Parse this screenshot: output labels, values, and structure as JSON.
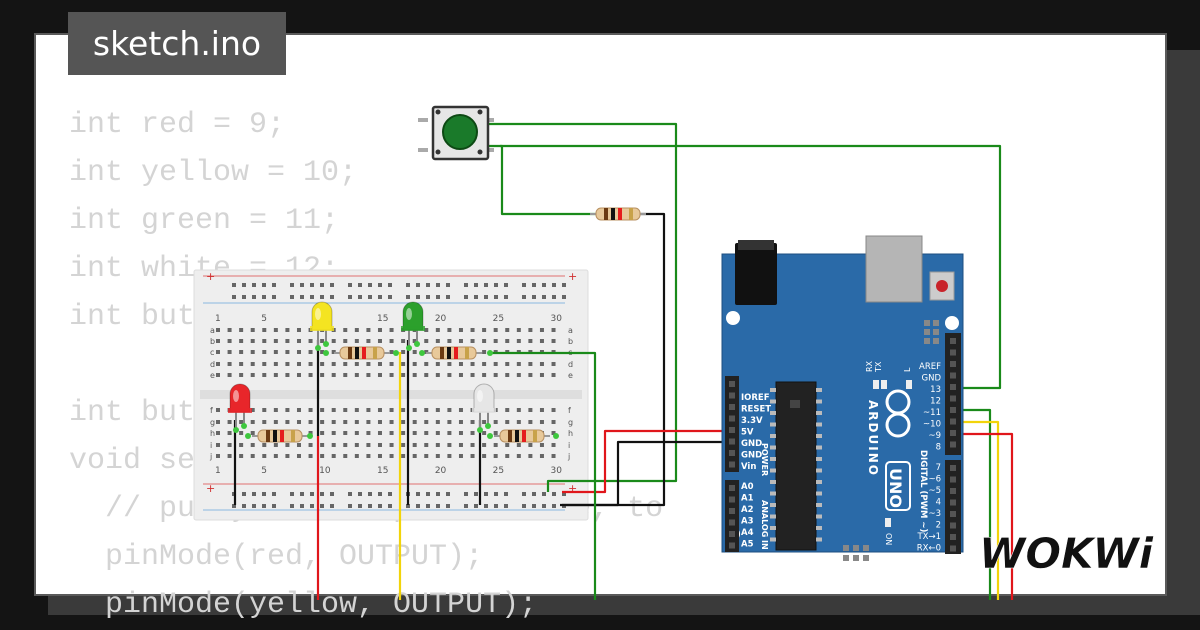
{
  "file_tab": {
    "label": "sketch.ino"
  },
  "code_lines": [
    "int red = 9;",
    "int yellow = 10;",
    "int green = 11;",
    "int white = 12;",
    "int button = 13;",
    "",
    "int buttonState = 0;",
    "void setup() {",
    "  // put your setup code here, to",
    "  pinMode(red, OUTPUT);",
    "  pinMode(yellow, OUTPUT);"
  ],
  "breadboard": {
    "column_numbers": [
      "1",
      "5",
      "10",
      "15",
      "20",
      "25",
      "30"
    ],
    "row_letters_top": [
      "a",
      "b",
      "c",
      "d",
      "e"
    ],
    "row_letters_bottom": [
      "f",
      "g",
      "h",
      "i",
      "j"
    ],
    "rail_plus": "+",
    "rail_minus": "-"
  },
  "leds": [
    {
      "name": "red-led",
      "color": "#e8262a"
    },
    {
      "name": "yellow-led",
      "color": "#f4e421"
    },
    {
      "name": "green-led",
      "color": "#2ca02c"
    },
    {
      "name": "white-led",
      "color": "#e6e6e6"
    }
  ],
  "wire_colors": {
    "green": "#1a8a1a",
    "red": "#e0161b",
    "yellow": "#f2d40a",
    "black": "#111111"
  },
  "arduino": {
    "board_color": "#2a6aa8",
    "brand": "ARDUINO",
    "model": "UNO",
    "header_top_labels": [
      "AREF",
      "GND",
      "13",
      "12",
      "~11",
      "~10",
      "~9",
      "8"
    ],
    "header_bottom_labels": [
      "7",
      "~6",
      "~5",
      "4",
      "~3",
      "2",
      "TX→1",
      "RX←0"
    ],
    "digital_label": "DIGITAL (PWM ~)",
    "power_labels": [
      "IOREF",
      "RESET",
      "3.3V",
      "5V",
      "GND",
      "GND",
      "Vin"
    ],
    "power_title": "POWER",
    "analog_labels": [
      "A0",
      "A1",
      "A2",
      "A3",
      "A4",
      "A5"
    ],
    "analog_title": "ANALOG IN",
    "tx_label": "TX",
    "rx_label": "RX",
    "l_label": "L",
    "on_label": "ON"
  },
  "logo": {
    "text": "WOKWi"
  }
}
